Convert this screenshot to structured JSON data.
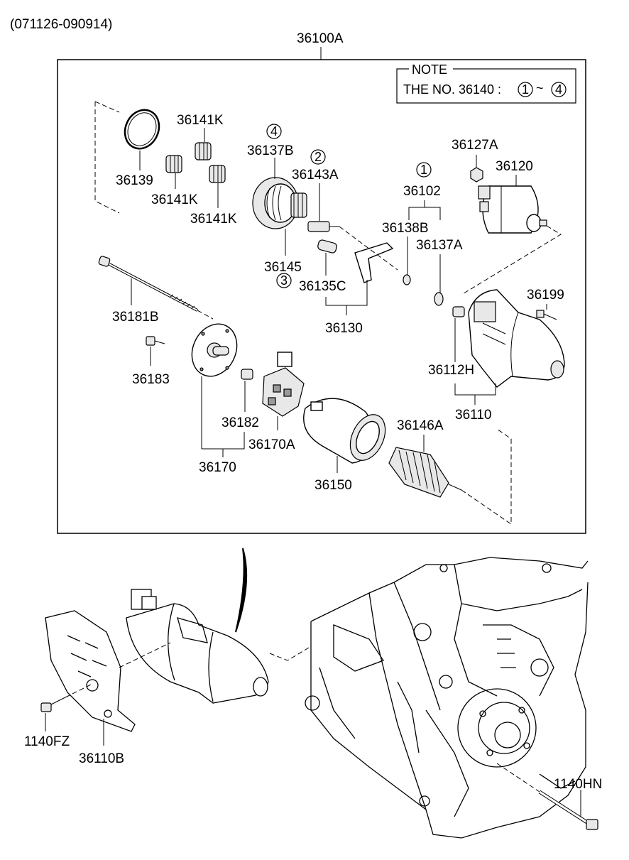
{
  "header": {
    "date_range": "(071126-090914)",
    "assembly": "36100A"
  },
  "note": {
    "title": "NOTE",
    "text": "THE NO. 36140 :",
    "range_from": "1",
    "range_sep": "~",
    "range_to": "4"
  },
  "labels": {
    "p36141K_top": "36141K",
    "p36139": "36139",
    "p36141K_mid": "36141K",
    "p36141K_low": "36141K",
    "p4": "4",
    "p36137B": "36137B",
    "p2": "2",
    "p36143A": "36143A",
    "p36145": "36145",
    "p3": "3",
    "p36135C": "36135C",
    "p36130": "36130",
    "p1": "1",
    "p36102": "36102",
    "p36138B": "36138B",
    "p36137A": "36137A",
    "p36127A": "36127A",
    "p36120": "36120",
    "p36199": "36199",
    "p36112H": "36112H",
    "p36110": "36110",
    "p36181B": "36181B",
    "p36183": "36183",
    "p36182": "36182",
    "p36170A": "36170A",
    "p36170": "36170",
    "p36150": "36150",
    "p36146A": "36146A",
    "p1140FZ": "1140FZ",
    "p36110B": "36110B",
    "p1140HN": "1140HN"
  }
}
